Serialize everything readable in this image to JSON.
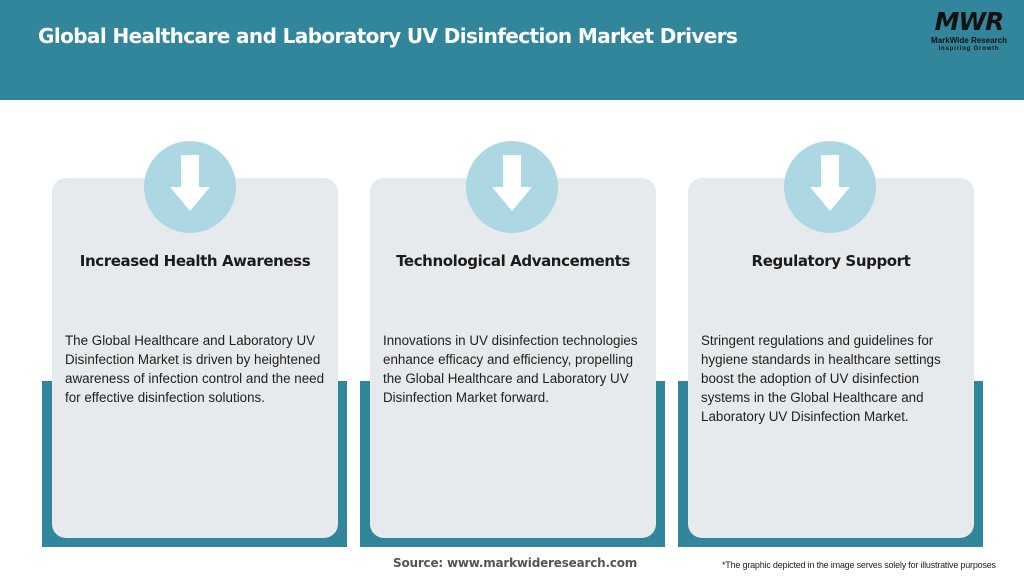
{
  "header": {
    "title": "Global Healthcare and Laboratory UV Disinfection Market Drivers",
    "background_color": "#31869c",
    "logo": {
      "mark": "MWR",
      "name": "MarkWide Research",
      "tagline": "Inspiring Growth"
    }
  },
  "drivers": [
    {
      "icon": "arrow-down-icon",
      "title": "Increased Health Awareness",
      "body": "The Global Healthcare and Laboratory UV Disinfection Market is driven by heightened awareness of infection control and the need for effective disinfection solutions."
    },
    {
      "icon": "arrow-down-icon",
      "title": "Technological Advancements",
      "body": "Innovations in UV disinfection technologies enhance efficacy and efficiency, propelling the Global Healthcare and Laboratory UV Disinfection Market forward."
    },
    {
      "icon": "arrow-down-icon",
      "title": "Regulatory Support",
      "body": "Stringent regulations and guidelines for hygiene standards in healthcare settings boost the adoption of UV disinfection systems in the Global Healthcare and Laboratory UV Disinfection Market."
    }
  ],
  "colors": {
    "accent": "#31869c",
    "card": "#e7eaec",
    "icon_circle": "#acd7e3"
  },
  "footer": {
    "source": "Source: www.markwideresearch.com",
    "disclaimer": "*The graphic depicted in the image serves solely for illustrative purposes"
  }
}
